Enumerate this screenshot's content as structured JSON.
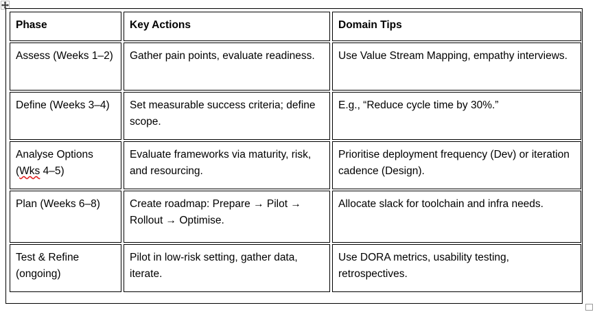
{
  "document": {
    "type": "word-processor-table",
    "move_handle_icon": "move-cross-icon",
    "resize_handle_icon": "table-resize-handle-icon"
  },
  "table": {
    "columns": [
      "Phase",
      "Key Actions",
      "Domain Tips"
    ],
    "rows": [
      {
        "phase": "Assess (Weeks 1–2)",
        "key_actions": "Gather pain points, evaluate readiness.",
        "domain_tips": "Use Value Stream Mapping, empathy interviews.",
        "phase_misspelled": ""
      },
      {
        "phase": "Define (Weeks 3–4)",
        "key_actions": "Set measurable success criteria; define scope.",
        "domain_tips": "E.g., “Reduce cycle time by 30%.”",
        "phase_misspelled": ""
      },
      {
        "phase": "Analyse Options (Wks 4–5)",
        "key_actions": "Evaluate frameworks via maturity, risk, and resourcing.",
        "domain_tips": "Prioritise deployment frequency (Dev) or iteration cadence (Design).",
        "phase_misspelled": "Wks"
      },
      {
        "phase": "Plan (Weeks 6–8)",
        "key_actions": "Create roadmap: Prepare → Pilot → Rollout → Optimise.",
        "domain_tips": "Allocate slack for toolchain and infra needs.",
        "phase_misspelled": ""
      },
      {
        "phase": "Test & Refine (ongoing)",
        "key_actions": "Pilot in low-risk setting, gather data, iterate.",
        "domain_tips": "Use DORA metrics, usability testing, retrospectives.",
        "phase_misspelled": ""
      }
    ]
  },
  "colors": {
    "text": "#000000",
    "border": "#000000",
    "page": "#ffffff",
    "spellcheck_underline": "#e01b1b",
    "handle_outline": "#9a9a9a"
  }
}
